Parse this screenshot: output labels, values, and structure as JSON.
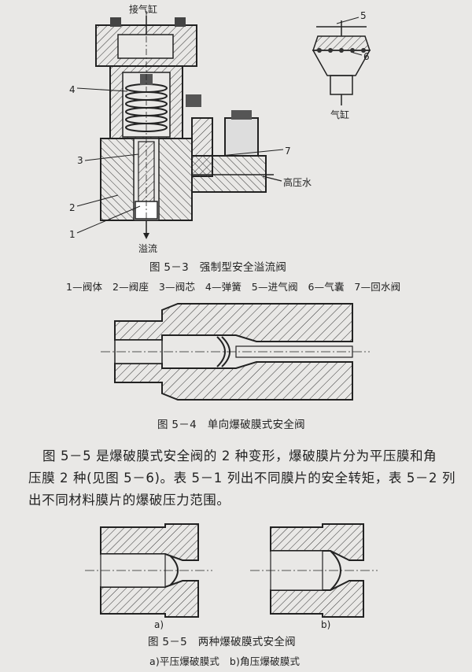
{
  "fig53": {
    "label_top": "接气缸",
    "label_cylinder": "气缸",
    "label_water": "高压水",
    "label_overflow": "溢流",
    "callouts": [
      "1",
      "2",
      "3",
      "4",
      "5",
      "6",
      "7"
    ],
    "caption": "图 5－3　强制型安全溢流阀",
    "legend": "1—阀体　2—阀座　3—阀芯　4—弹簧　5—进气阀　6—气囊　7—回水阀"
  },
  "fig54": {
    "caption": "图 5－4　单向爆破膜式安全阀"
  },
  "paragraph": {
    "line1": "图 5－5 是爆破膜式安全阀的 2 种变形，爆破膜片分为平压膜和角",
    "line2": "压膜 2 种(见图 5－6)。表 5－1 列出不同膜片的安全转矩，表 5－2 列",
    "line3": "出不同材料膜片的爆破压力范围。"
  },
  "fig55": {
    "label_a": "a)",
    "label_b": "b)",
    "caption": "图 5－5　两种爆破膜式安全阀",
    "subcaption": "a)平压爆破膜式　b)角压爆破膜式"
  }
}
